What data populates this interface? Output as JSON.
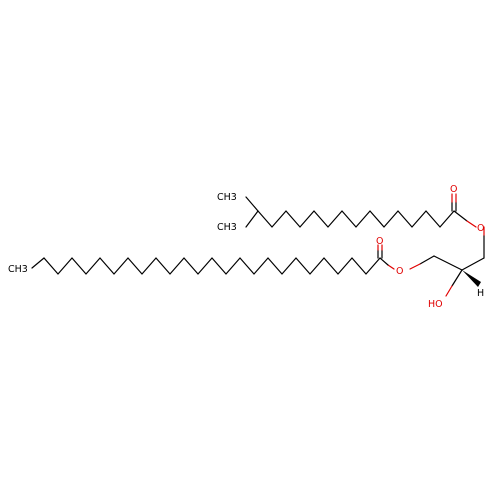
{
  "labels": {
    "ch3_a": "CH3",
    "ch3_b": "CH3",
    "ch3_c": "CH3",
    "o_carbonyl_top": "O",
    "o_ester_top": "O",
    "o_carbonyl_bottom": "O",
    "o_ester_bottom": "O",
    "ho": "HO",
    "h": "H"
  },
  "colors": {
    "carbon": "#000000",
    "oxygen": "#e00000",
    "background": "#ffffff"
  }
}
